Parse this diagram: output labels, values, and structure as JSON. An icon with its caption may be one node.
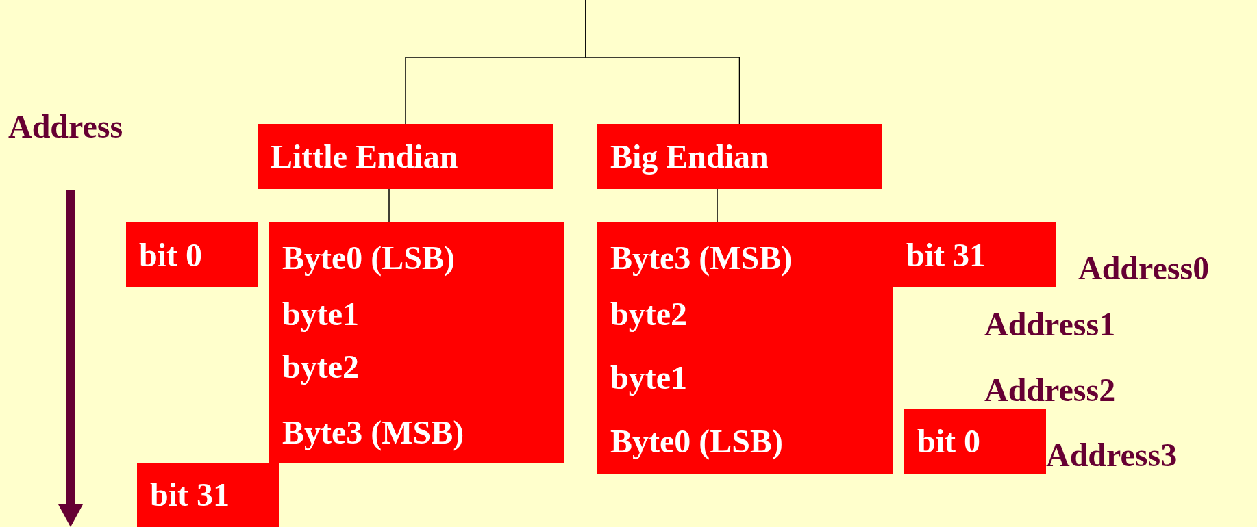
{
  "diagram": {
    "nodes": [
      {
        "text": [
          "Little Endian"
        ]
      },
      {
        "text": [
          "Big Endian"
        ]
      },
      {
        "text": [
          "Byte0 (LSB)",
          "byte1",
          "byte2",
          "Byte3 (MSB)"
        ]
      },
      {
        "text": [
          "Byte3 (MSB)",
          "byte2",
          "byte1",
          "Byte0 (LSB)"
        ]
      },
      {
        "text": [
          "bit 0"
        ]
      },
      {
        "text": [
          "bit 31"
        ]
      },
      {
        "text": [
          "bit 31"
        ]
      },
      {
        "text": [
          "bit 0"
        ]
      }
    ],
    "edges": [
      {
        "from": null,
        "to": 0,
        "arrow": "none"
      },
      {
        "from": null,
        "to": 1,
        "arrow": "none"
      },
      {
        "from": 0,
        "to": 2,
        "arrow": "none"
      },
      {
        "from": 1,
        "to": 3,
        "arrow": "none"
      }
    ],
    "labels": [
      "Address",
      "Address0",
      "Address1",
      "Address2",
      "Address3"
    ]
  }
}
